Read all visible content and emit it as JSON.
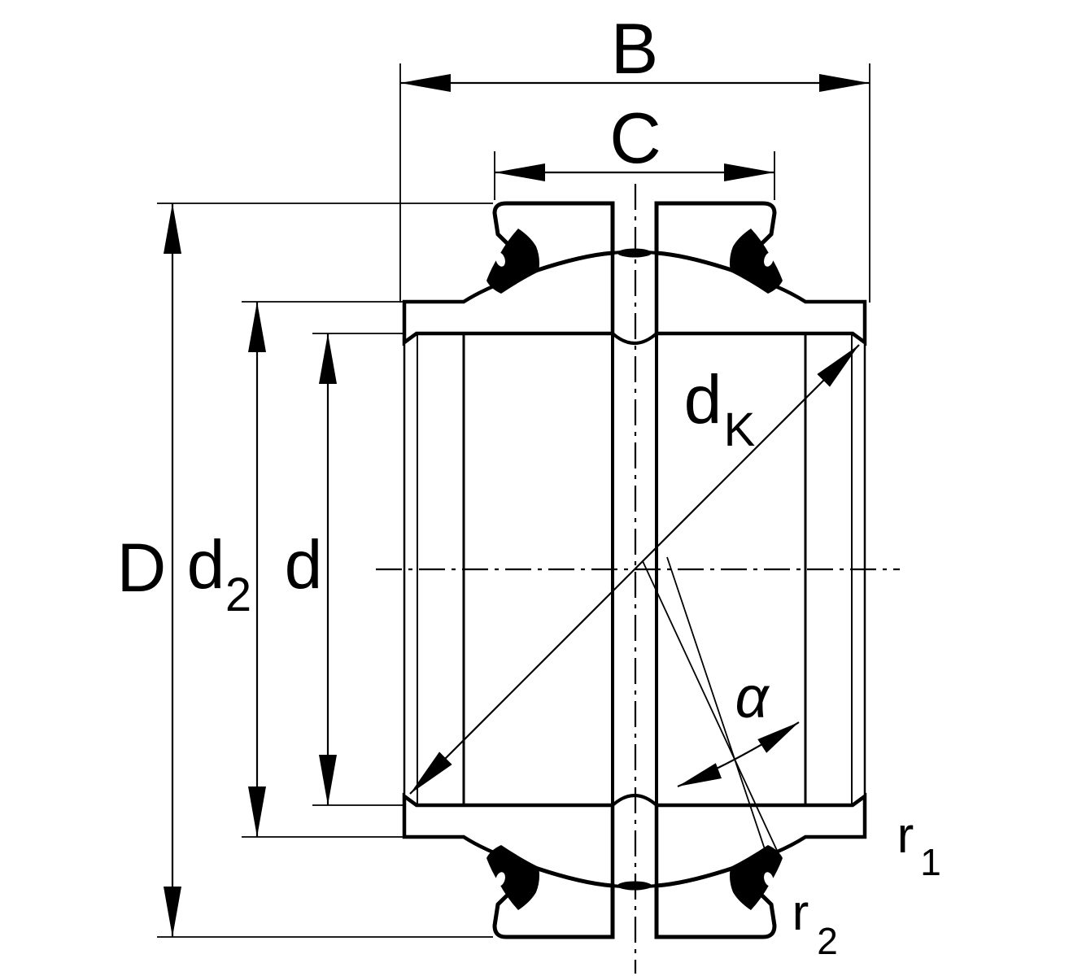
{
  "drawing": {
    "background": "#ffffff",
    "ink": "#000000",
    "labels": {
      "width": "B",
      "outer_ring_width": "C",
      "outside_diameter": "D",
      "shoulder_diameter_base": "d",
      "shoulder_diameter_sub": "2",
      "bore_diameter": "d",
      "sphere_diameter_base": "d",
      "sphere_diameter_sub": "K",
      "tilt_angle": "α",
      "radius1_base": "r",
      "radius1_sub": "1",
      "radius2_base": "r",
      "radius2_sub": "2"
    }
  }
}
